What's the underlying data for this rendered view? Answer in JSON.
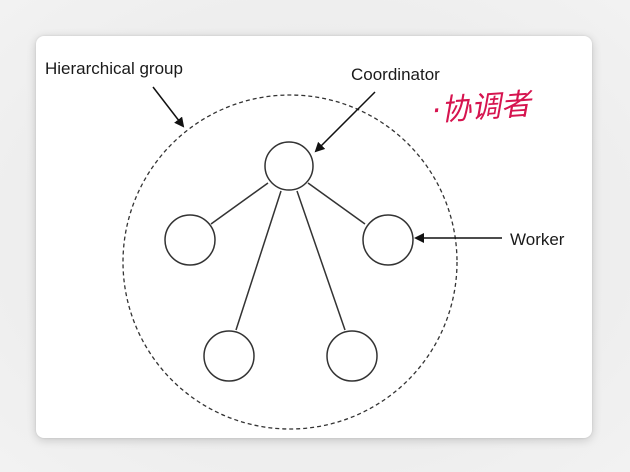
{
  "labels": {
    "group": "Hierarchical group",
    "coordinator": "Coordinator",
    "worker": "Worker"
  },
  "annotation": {
    "handwritten": "·协调者",
    "color": "#d6144f"
  },
  "colors": {
    "stroke": "#222222",
    "background": "#ffffff"
  }
}
